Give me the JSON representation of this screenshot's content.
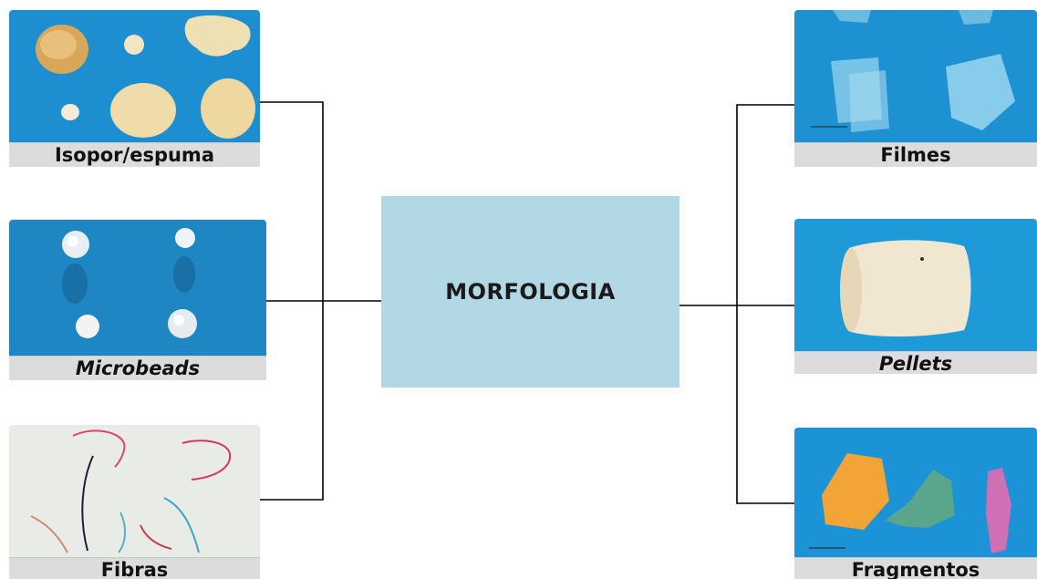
{
  "center": {
    "title": "MORFOLOGIA"
  },
  "left_items": [
    {
      "label": "Isopor/espuma",
      "italic": false,
      "icon": "foam-photo"
    },
    {
      "label": "Microbeads",
      "italic": true,
      "icon": "microbeads-photo"
    },
    {
      "label": "Fibras",
      "italic": false,
      "icon": "fibers-photo"
    }
  ],
  "right_items": [
    {
      "label": "Filmes",
      "italic": false,
      "icon": "films-photo"
    },
    {
      "label": "Pellets",
      "italic": true,
      "icon": "pellet-photo"
    },
    {
      "label": "Fragmentos",
      "italic": false,
      "icon": "fragments-photo"
    }
  ],
  "colors": {
    "center_box": "#b2d8e6",
    "photo_blue": "#1f97d6",
    "label_bg": "#dcdcdc",
    "line": "#000000"
  }
}
